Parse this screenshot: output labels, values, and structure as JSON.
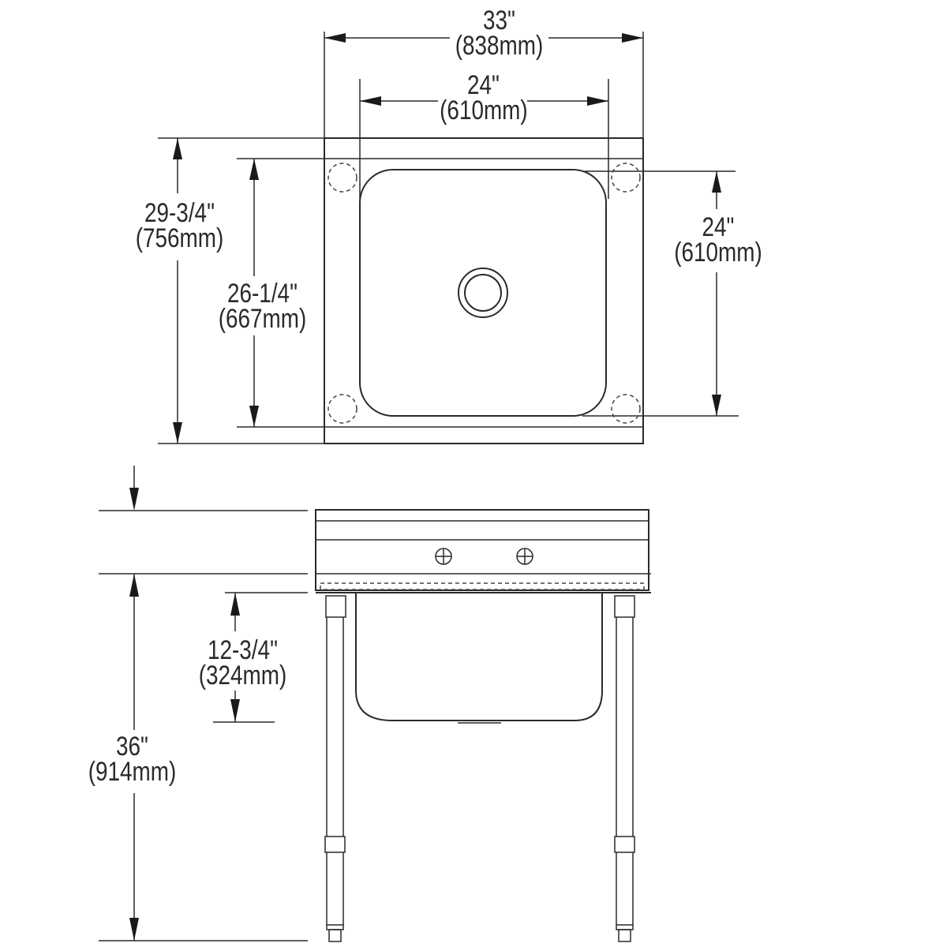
{
  "diagram": {
    "title": "Sink dimension drawing",
    "views": [
      "top-view",
      "front-view"
    ],
    "colors": {
      "line": "#2a2a2a",
      "background": "#ffffff"
    }
  },
  "dimensions": {
    "overall_width": {
      "inches": "33\"",
      "mm": "(838mm)"
    },
    "bowl_width": {
      "inches": "24\"",
      "mm": "(610mm)"
    },
    "overall_depth": {
      "inches": "29-3/4\"",
      "mm": "(756mm)"
    },
    "inner_depth": {
      "inches": "26-1/4\"",
      "mm": "(667mm)"
    },
    "bowl_depth_top": {
      "inches": "24\"",
      "mm": "(610mm)"
    },
    "bowl_depth_front": {
      "inches": "12-3/4\"",
      "mm": "(324mm)"
    },
    "height": {
      "inches": "36\"",
      "mm": "(914mm)"
    }
  }
}
